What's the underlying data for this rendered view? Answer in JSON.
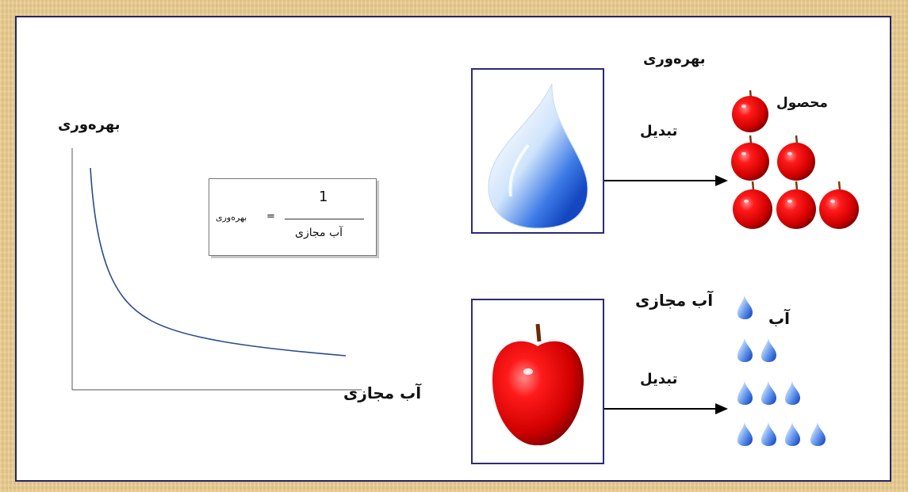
{
  "graph": {
    "y_label": "بهره‌وری",
    "x_label": "آب مجازی",
    "formula": {
      "lhs": "بهره‌وری",
      "equals": "=",
      "numerator": "1",
      "denominator": "آب مجازی"
    }
  },
  "top_flow": {
    "title": "بهره‌وری",
    "arrow_label": "تبدیل",
    "output_label": "محصول"
  },
  "bottom_flow": {
    "title": "آب مجازی",
    "arrow_label": "تبدیل",
    "output_label": "آب"
  },
  "colors": {
    "border": "#24246a",
    "apple": "#e00000",
    "water": "#2c63d8",
    "background": "#e7c98b"
  }
}
